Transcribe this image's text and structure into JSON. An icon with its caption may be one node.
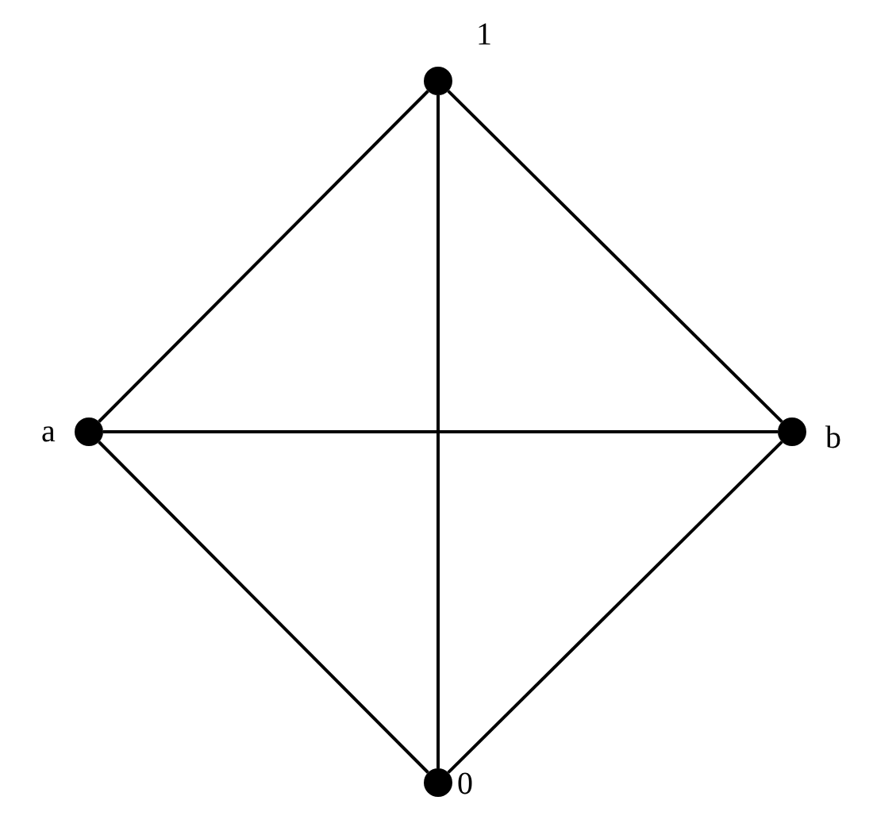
{
  "diagram": {
    "nodes": [
      {
        "text": [],
        "shape": "circle",
        "beside": [
          "1"
        ]
      },
      {
        "text": [],
        "shape": "circle",
        "beside": [
          "a"
        ]
      },
      {
        "text": [],
        "shape": "circle",
        "beside": [
          "b"
        ]
      },
      {
        "text": [],
        "shape": "circle",
        "beside": [
          "0"
        ]
      }
    ],
    "edges": [
      {
        "from": 0,
        "to": 1,
        "arrow": "none"
      },
      {
        "from": 0,
        "to": 3,
        "arrow": "none"
      },
      {
        "from": 0,
        "to": 2,
        "arrow": "none"
      },
      {
        "from": 1,
        "to": 2,
        "arrow": "none"
      },
      {
        "from": 1,
        "to": 3,
        "arrow": "none"
      },
      {
        "from": 2,
        "to": 3,
        "arrow": "none"
      }
    ]
  }
}
